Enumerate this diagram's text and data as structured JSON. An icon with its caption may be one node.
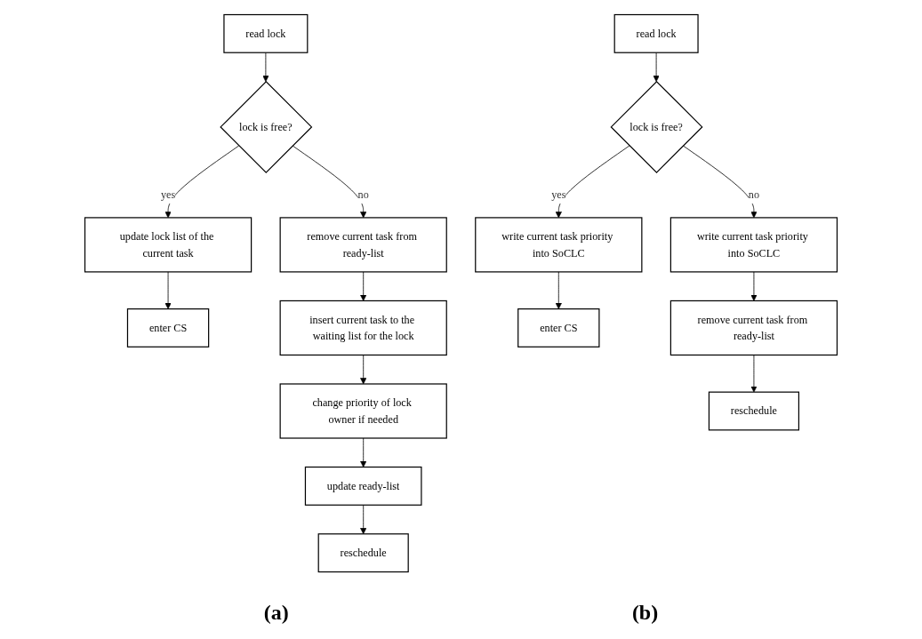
{
  "diagram": {
    "nodes": [
      {
        "text": [
          "read lock"
        ]
      },
      {
        "text": [
          "lock is free?"
        ]
      },
      {
        "text": [
          "update lock list of the current task"
        ]
      },
      {
        "text": [
          "enter CS"
        ]
      },
      {
        "text": [
          "remove current task from ready-list"
        ]
      },
      {
        "text": [
          "insert current task to the waiting list for the lock"
        ]
      },
      {
        "text": [
          "change priority of lock owner if needed"
        ]
      },
      {
        "text": [
          "update ready-list"
        ]
      },
      {
        "text": [
          "reschedule"
        ]
      },
      {
        "text": [
          "read lock"
        ]
      },
      {
        "text": [
          "lock is free?"
        ]
      },
      {
        "text": [
          "write current task priority into SoCLC"
        ]
      },
      {
        "text": [
          "enter CS"
        ]
      },
      {
        "text": [
          "write current task priority into SoCLC"
        ]
      },
      {
        "text": [
          "remove current task from ready-list"
        ]
      },
      {
        "text": [
          "reschedule"
        ]
      }
    ],
    "edges": [
      {
        "from": 0,
        "to": 1,
        "arrow": "to"
      },
      {
        "from": 1,
        "to": 2,
        "arrow": "to",
        "label": "yes"
      },
      {
        "from": 1,
        "to": 4,
        "arrow": "to",
        "label": "no"
      },
      {
        "from": 2,
        "to": 3,
        "arrow": "to"
      },
      {
        "from": 4,
        "to": 5,
        "arrow": "to"
      },
      {
        "from": 5,
        "to": 6,
        "arrow": "to"
      },
      {
        "from": 6,
        "to": 7,
        "arrow": "to"
      },
      {
        "from": 7,
        "to": 8,
        "arrow": "to"
      },
      {
        "from": 9,
        "to": 10,
        "arrow": "to"
      },
      {
        "from": 10,
        "to": 11,
        "arrow": "to",
        "label": "yes"
      },
      {
        "from": 10,
        "to": 13,
        "arrow": "to",
        "label": "no"
      },
      {
        "from": 11,
        "to": 12,
        "arrow": "to"
      },
      {
        "from": 13,
        "to": 14,
        "arrow": "to"
      },
      {
        "from": 14,
        "to": 15,
        "arrow": "to"
      }
    ],
    "labels": [
      "(a)",
      "(b)"
    ]
  }
}
